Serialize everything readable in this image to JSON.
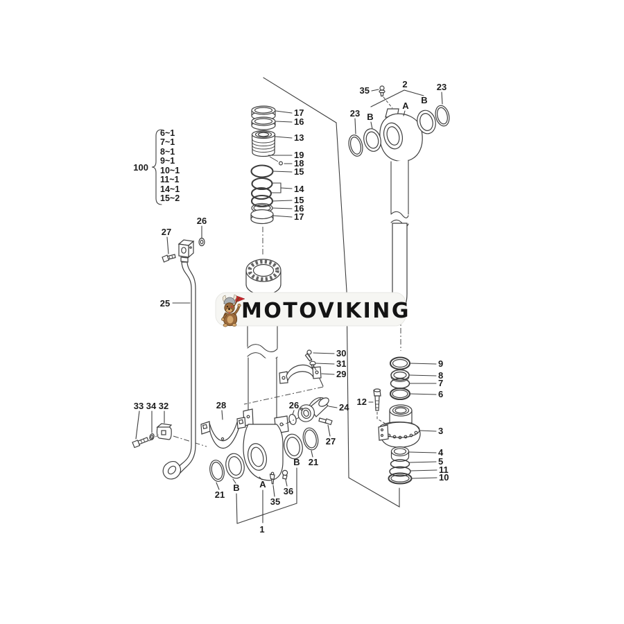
{
  "brand": {
    "logo_text": "MOTOVIKING",
    "mascot": "viking-dog-mascot",
    "colors": {
      "flag": "#c7242a",
      "pill_bg": "#f6f6f3",
      "logo_text": "#141414"
    }
  },
  "diagram": {
    "title": "hydraulic-cylinder-exploded-parts-diagram",
    "colors": {
      "line": "#3d3d3d",
      "label": "#1c1c1c",
      "background": "#ffffff"
    },
    "callouts": {
      "seal_kit_ref": "100",
      "seal_kit_items": [
        "6~1",
        "7~1",
        "8~1",
        "9~1",
        "10~1",
        "11~1",
        "14~1",
        "15~2"
      ],
      "piston_stack": [
        "17",
        "16",
        "13",
        "19",
        "18",
        "15",
        "14",
        "15",
        "16",
        "17"
      ],
      "rod_head": [
        "35",
        "2",
        "23",
        "B",
        "A",
        "B",
        "23"
      ],
      "pipe": [
        "27",
        "26",
        "25"
      ],
      "tube_fittings": [
        "30",
        "31",
        "29",
        "26",
        "24",
        "27"
      ],
      "clamp_mount": [
        "28",
        "33",
        "34",
        "32"
      ],
      "cylinder_base": [
        "21",
        "B",
        "A",
        "B",
        "21",
        "35",
        "36",
        "1"
      ],
      "gland_stack": [
        "9",
        "8",
        "7",
        "6",
        "12",
        "3",
        "4",
        "5",
        "11",
        "10"
      ]
    }
  }
}
